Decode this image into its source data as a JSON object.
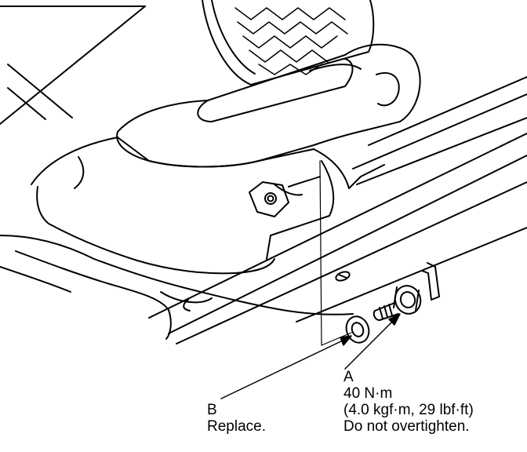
{
  "colors": {
    "line": "#000000",
    "background": "#ffffff"
  },
  "callouts": {
    "a": {
      "letter": "A",
      "torque_nm": "40 N·m",
      "torque_alt": "(4.0 kgf·m, 29 lbf·ft)",
      "note": "Do not overtighten."
    },
    "b": {
      "letter": "B",
      "note": "Replace."
    }
  }
}
